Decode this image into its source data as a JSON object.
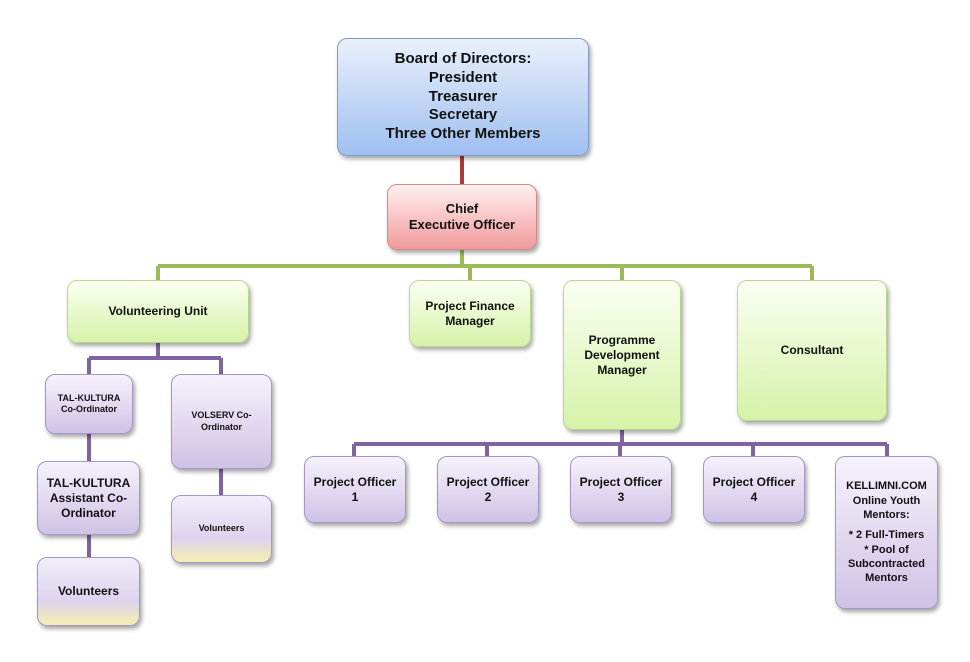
{
  "colors": {
    "board_link": "#b03a3a",
    "green_links": "#9bbb59",
    "purple_links": "#8064a2"
  },
  "board": {
    "lines": [
      "Board of Directors:",
      "President",
      "Treasurer",
      "Secretary",
      "Three Other Members"
    ]
  },
  "ceo": {
    "lines": [
      "Chief",
      "Executive Officer"
    ]
  },
  "volunteering_unit": {
    "label": "Volunteering Unit"
  },
  "project_finance_manager": {
    "lines": [
      "Project Finance",
      "Manager"
    ]
  },
  "programme_development_manager": {
    "lines": [
      "Programme",
      "Development",
      "Manager"
    ]
  },
  "consultant": {
    "label": "Consultant"
  },
  "tal_kultura_coordinator": {
    "lines": [
      "TAL-KULTURA",
      "Co-Ordinator"
    ]
  },
  "volserv_coordinator": {
    "lines": [
      "VOLSERV Co-",
      "Ordinator"
    ]
  },
  "tal_kultura_assistant": {
    "lines": [
      "TAL-KULTURA",
      "Assistant Co-",
      "Ordinator"
    ]
  },
  "volunteers_volserv": {
    "label": "Volunteers"
  },
  "volunteers_tal_kultura": {
    "label": "Volunteers"
  },
  "project_officers": [
    {
      "lines": [
        "Project Officer",
        "1"
      ]
    },
    {
      "lines": [
        "Project Officer",
        "2"
      ]
    },
    {
      "lines": [
        "Project Officer",
        "3"
      ]
    },
    {
      "lines": [
        "Project Officer",
        "4"
      ]
    }
  ],
  "kellimni": {
    "lines": [
      "KELLIMNI.COM",
      "Online Youth",
      "Mentors:",
      "",
      "* 2 Full-Timers",
      "* Pool of",
      "Subcontracted",
      "Mentors"
    ]
  }
}
